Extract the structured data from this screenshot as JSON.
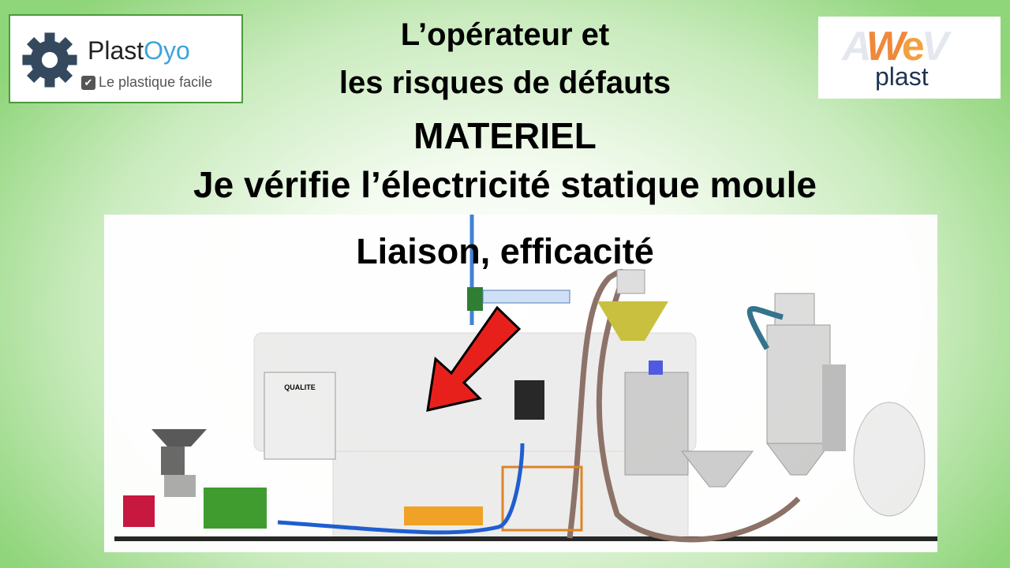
{
  "logos": {
    "left": {
      "name_part1": "Plast",
      "name_part2": "Oyo",
      "tagline": "Le plastique facile"
    },
    "right": {
      "mark": "AWeV",
      "name": "plast"
    }
  },
  "title": {
    "line1": "L’opérateur et",
    "line2": "les risques de défauts",
    "line3": "MATERIEL",
    "line4": "Je vérifie l’électricité statique moule",
    "line5": "Liaison, efficacité"
  },
  "illustration": {
    "cabinet_label": "QUALITE"
  },
  "colors": {
    "arrow": "#e8201c",
    "gear": "#34495e",
    "oyo": "#3fa3dc",
    "background": "#8fd57a"
  }
}
